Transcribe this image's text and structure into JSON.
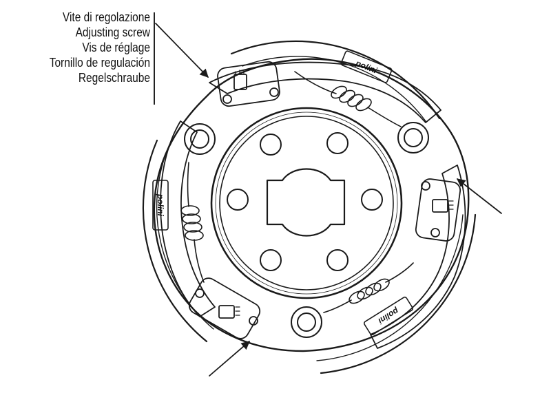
{
  "callout": {
    "labels": [
      "Vite di regolazione",
      "Adjusting screw",
      "Vis de réglage",
      "Tornillo de regulación",
      "Regelschraube"
    ]
  },
  "brand": {
    "logo_text": "polini"
  },
  "colors": {
    "line": "#1a1a1a",
    "background": "#ffffff"
  }
}
